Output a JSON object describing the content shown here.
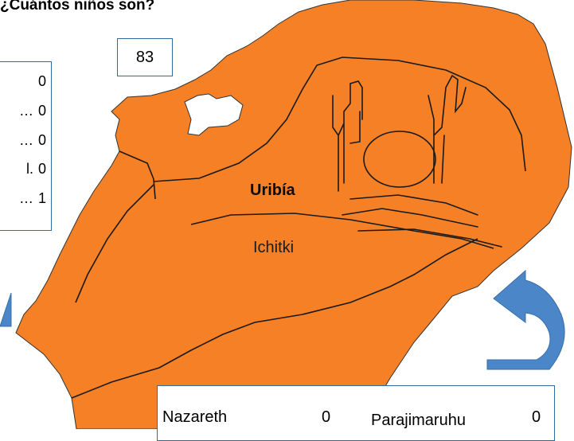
{
  "title": "¿Cuántos niños son?",
  "count_box": {
    "value": "83"
  },
  "left_list": {
    "rows": [
      {
        "label": "",
        "value": "0"
      },
      {
        "label": "…",
        "value": "0"
      },
      {
        "label": "…",
        "value": "0"
      },
      {
        "label": "l.",
        "value": "0"
      },
      {
        "label": "…",
        "value": "1"
      }
    ]
  },
  "map": {
    "region_color": "#f58025",
    "outline_color": "#1a1a1a",
    "labels": {
      "main": "Uribía",
      "sub": "Ichitki"
    }
  },
  "arrows": {
    "color": "#4a86c8"
  },
  "bottom_table": {
    "cells": [
      {
        "name": "Nazareth",
        "value": "0"
      },
      {
        "name": "Parajimaruhu",
        "value": "0"
      }
    ]
  }
}
